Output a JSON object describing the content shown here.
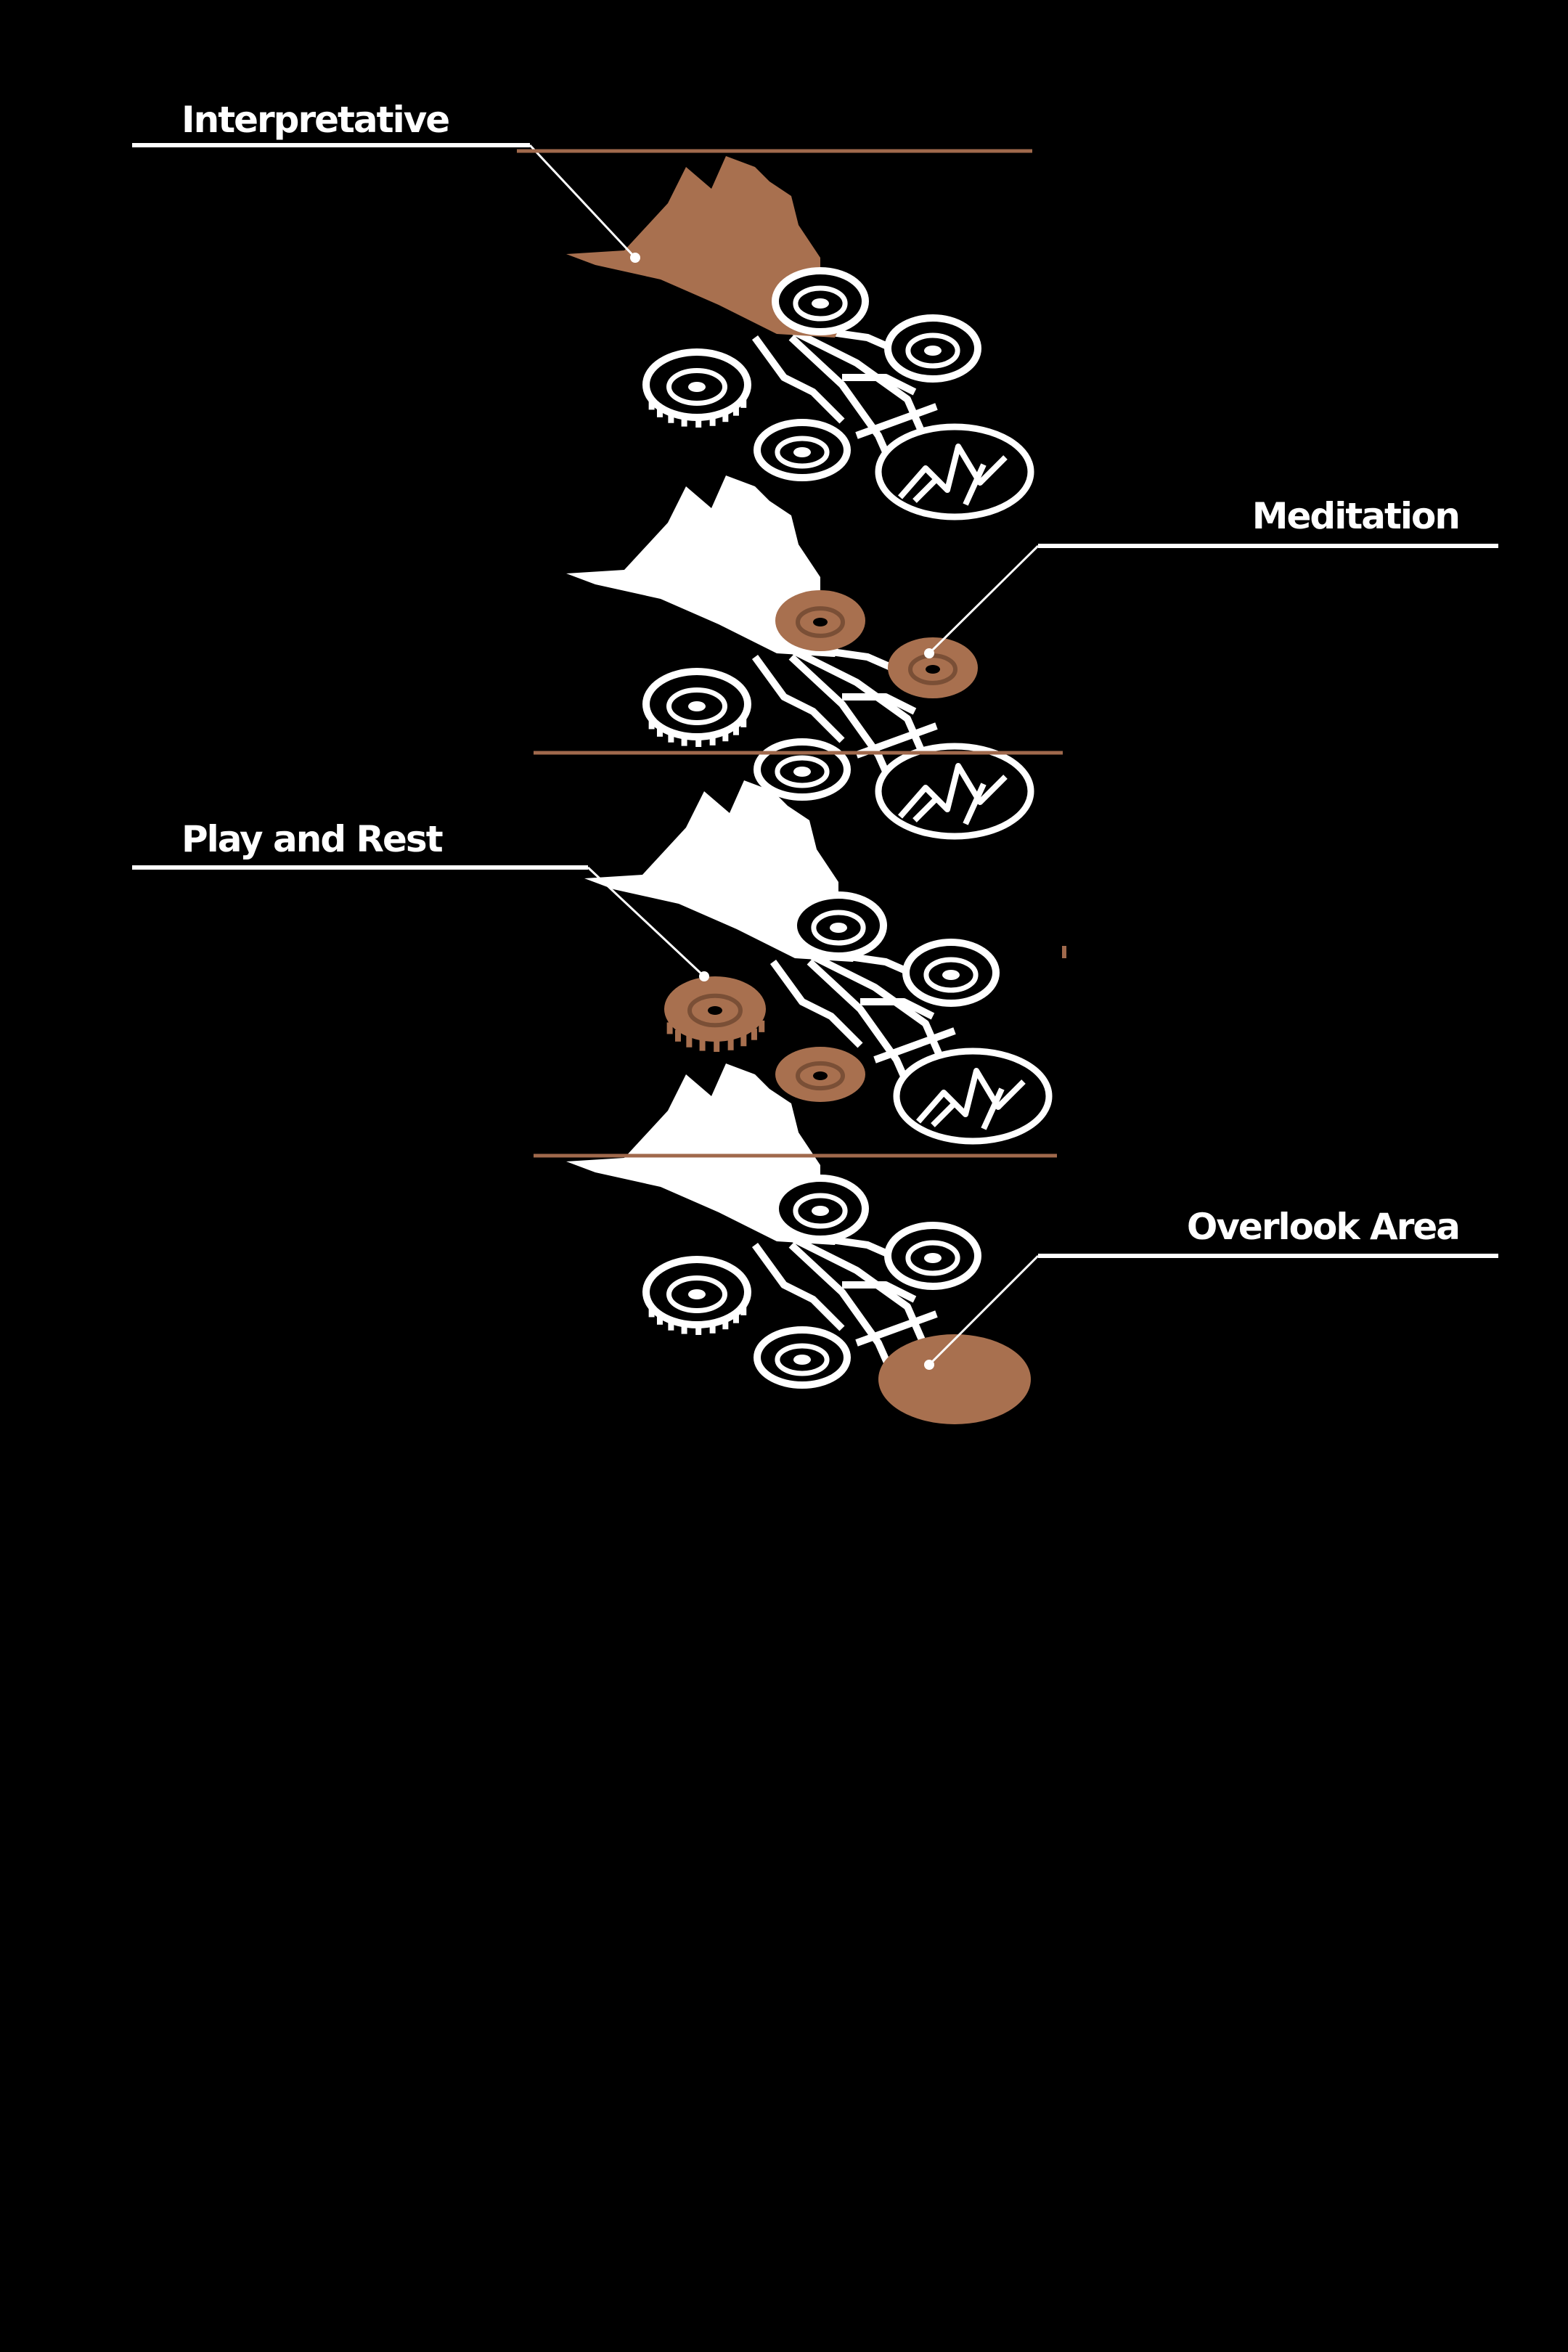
{
  "title": "",
  "colors": {
    "background": "#000000",
    "line": "#ffffff",
    "highlight": "#a8704f",
    "guide": "#a0694c"
  },
  "zones": [
    {
      "id": "interpretative",
      "label": "Interpretative",
      "highlight": [
        "fan"
      ]
    },
    {
      "id": "meditation",
      "label": "Meditation",
      "highlight": [
        "ring-top",
        "ring-right"
      ]
    },
    {
      "id": "play-and-rest",
      "label": "Play and Rest",
      "highlight": [
        "ring-left",
        "ring-bottom"
      ]
    },
    {
      "id": "overlook-area",
      "label": "Overlook Area",
      "highlight": [
        "overlook"
      ]
    }
  ]
}
